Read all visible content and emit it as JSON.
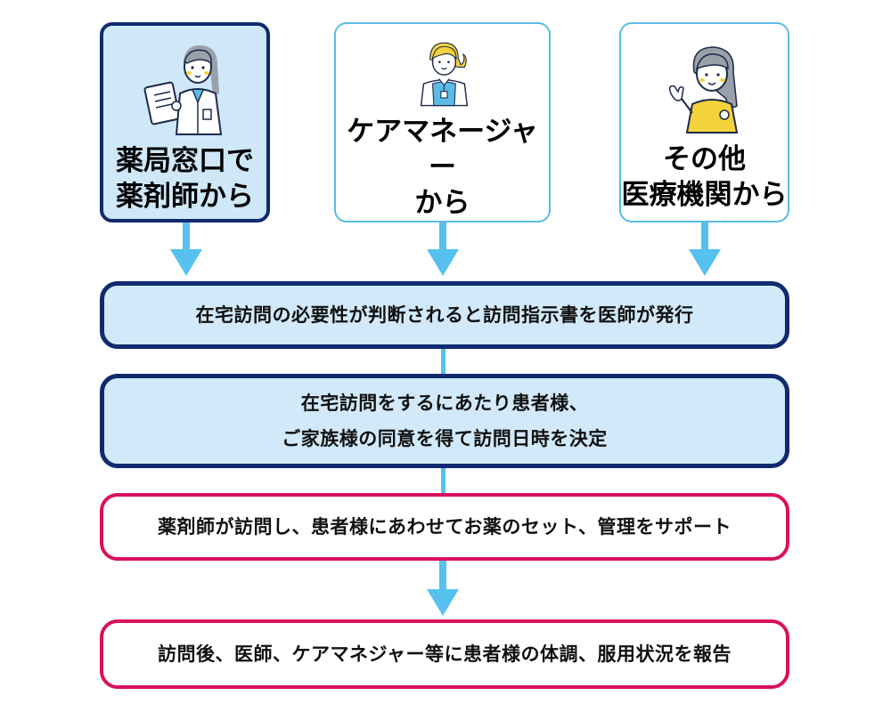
{
  "sources": [
    {
      "lines": [
        "薬局窓口で",
        "薬剤師から"
      ],
      "icon": "pharmacist-with-clipboard-icon"
    },
    {
      "lines": [
        "ケアマネージャー",
        "から"
      ],
      "icon": "care-manager-icon"
    },
    {
      "lines": [
        "その他",
        "医療機関から"
      ],
      "icon": "medical-staff-woman-icon"
    }
  ],
  "steps": [
    {
      "lines": [
        "在宅訪問の必要性が判断されると訪問指示書を医師が発行"
      ]
    },
    {
      "lines": [
        "在宅訪問をするにあたり患者様、",
        "ご家族様の同意を得て訪問日時を決定"
      ]
    },
    {
      "lines": [
        "薬剤師が訪問し、患者様にあわせてお薬のセット、管理をサポート"
      ]
    },
    {
      "lines": [
        "訪問後、医師、ケアマネジャー等に患者様の体調、服用状況を報告"
      ]
    }
  ],
  "colors": {
    "navy_border": "#0f2a6e",
    "light_blue_fill": "#d1e9f9",
    "arrow_blue": "#56c1ee",
    "pink_border": "#d9115e"
  }
}
